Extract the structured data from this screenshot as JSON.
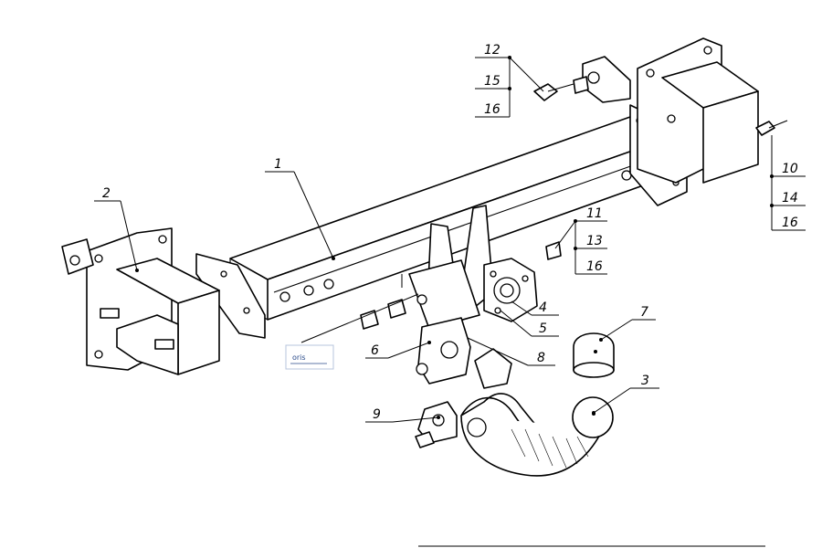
{
  "callouts": {
    "c1": "1",
    "c2": "2",
    "c3": "3",
    "c4": "4",
    "c5": "5",
    "c6": "6",
    "c7": "7",
    "c8": "8",
    "c9": "9",
    "g12a": "12",
    "g12b": "15",
    "g12c": "16",
    "g10a": "10",
    "g10b": "14",
    "g10c": "16",
    "g11a": "11",
    "g11b": "13",
    "g11c": "16"
  },
  "logo": "oris",
  "colors": {
    "line": "#000000",
    "background": "#ffffff",
    "logo": "#2a4a8a"
  }
}
